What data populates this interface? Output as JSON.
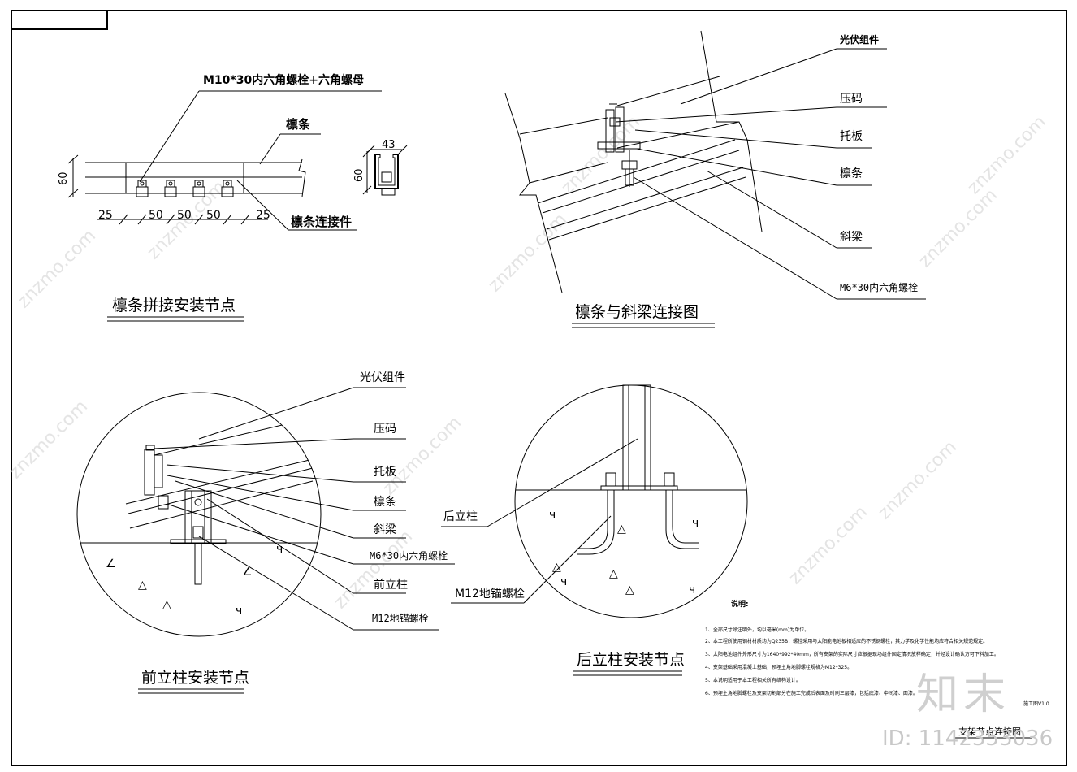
{
  "watermark": {
    "site": "znzmo.com",
    "logo_text": "知末",
    "id_text": "ID: 1142353036"
  },
  "detail1": {
    "title": "檩条拼接安装节点",
    "bolt_label": "M10*30内六角螺栓+六角螺母",
    "purlin_label": "檩条",
    "connector_label": "檩条连接件",
    "height_dim": "60",
    "dims": [
      "25",
      "50",
      "50",
      "50",
      "25"
    ],
    "section_width": "43",
    "section_height": "60"
  },
  "detail2": {
    "title": "檩条与斜梁连接图",
    "labels": [
      "光伏组件",
      "压码",
      "托板",
      "檩条",
      "斜梁",
      "M6*30内六角螺栓"
    ]
  },
  "detail3": {
    "title": "前立柱安装节点",
    "labels": [
      "光伏组件",
      "压码",
      "托板",
      "檩条",
      "斜梁",
      "M6*30内六角螺栓",
      "前立柱",
      "M12地锚螺栓"
    ]
  },
  "detail4": {
    "title": "后立柱安装节点",
    "labels": [
      "后立柱",
      "M12地锚螺栓"
    ]
  },
  "notes": {
    "heading": "说明:",
    "items": [
      "1、全部尺寸除注明外，均以毫米(mm)为单位。",
      "2、本工程所使用钢材材质均为Q235B，螺栓采用与太阳能电池板相适应的不锈钢螺栓，其力学及化学性能均应符合相关规范规定。",
      "3、太阳电池组件外形尺寸为1640*992*40mm，所有支架的实际尺寸应根据现场组件固定情况放样确定，并经设计确认方可下料加工。",
      "4、支架基础采用混凝土基础，预埋主角地脚螺栓规格为M12*325。",
      "5、本说明适用于本工程相关所有结构设计。",
      "6、预埋主角地脚螺栓及支架切割部分在施工完成后表面及时刷三层漆，包括底漆、中间漆、面漆。"
    ],
    "version": "施工图V1.0"
  },
  "title_block": {
    "drawing_title": "支架节点连接图"
  }
}
